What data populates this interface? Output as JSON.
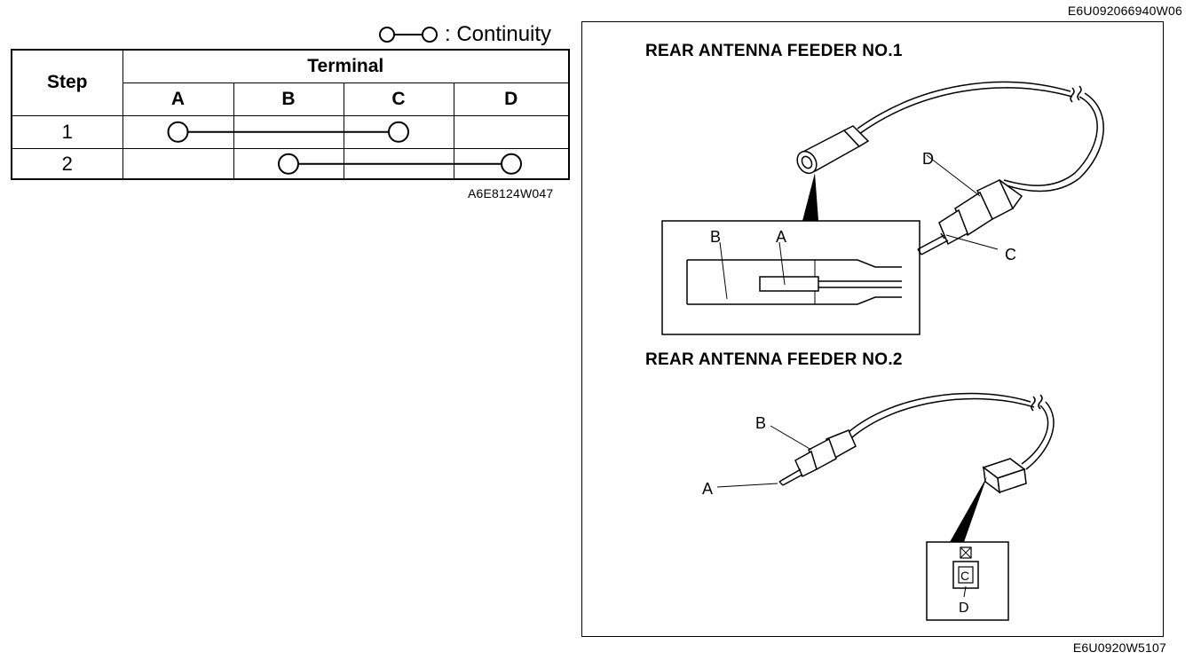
{
  "legend": {
    "label": ": Continuity"
  },
  "table": {
    "step_header": "Step",
    "terminal_header": "Terminal",
    "columns": [
      "A",
      "B",
      "C",
      "D"
    ],
    "rows": [
      {
        "step": "1",
        "connected": [
          "A",
          "C"
        ]
      },
      {
        "step": "2",
        "connected": [
          "B",
          "D"
        ]
      }
    ]
  },
  "codes": {
    "top_right": "E6U092066940W06",
    "table_code": "A6E8124W047",
    "bottom_right": "E6U0920W5107"
  },
  "diagram": {
    "feeder1_title": "REAR ANTENNA FEEDER NO.1",
    "feeder2_title": "REAR ANTENNA FEEDER NO.2",
    "labels": {
      "f1_D": "D",
      "f1_C": "C",
      "f1_B": "B",
      "f1_A": "A",
      "f2_B": "B",
      "f2_A": "A",
      "f2_C": "C",
      "f2_D": "D"
    }
  }
}
